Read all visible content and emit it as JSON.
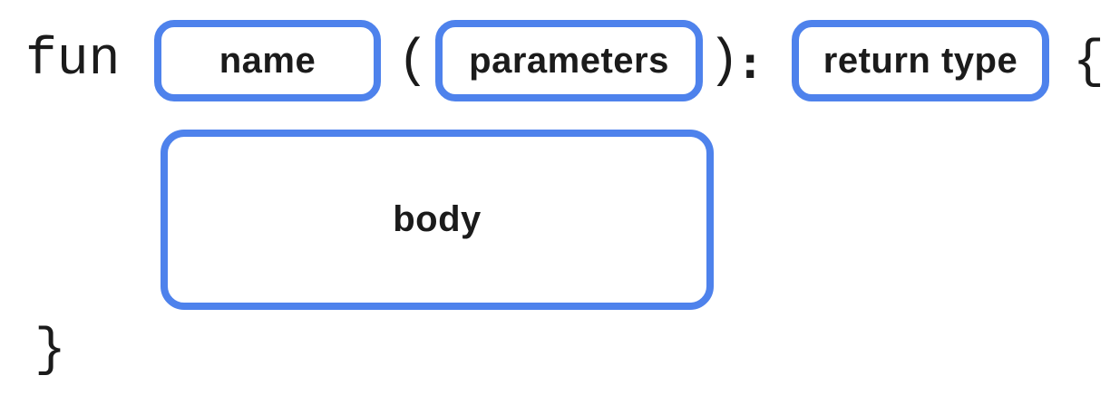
{
  "syntax": {
    "keyword": "fun",
    "punctuation": {
      "open_paren": "(",
      "close_paren": ")",
      "colon": ":",
      "open_brace": "{",
      "close_brace": "}"
    },
    "placeholders": {
      "name": "name",
      "parameters": "parameters",
      "return_type": "return type",
      "body": "body"
    }
  },
  "colors": {
    "box_border": "#4E82EC",
    "text": "#1B1B1B",
    "background": "#FFFFFF"
  }
}
